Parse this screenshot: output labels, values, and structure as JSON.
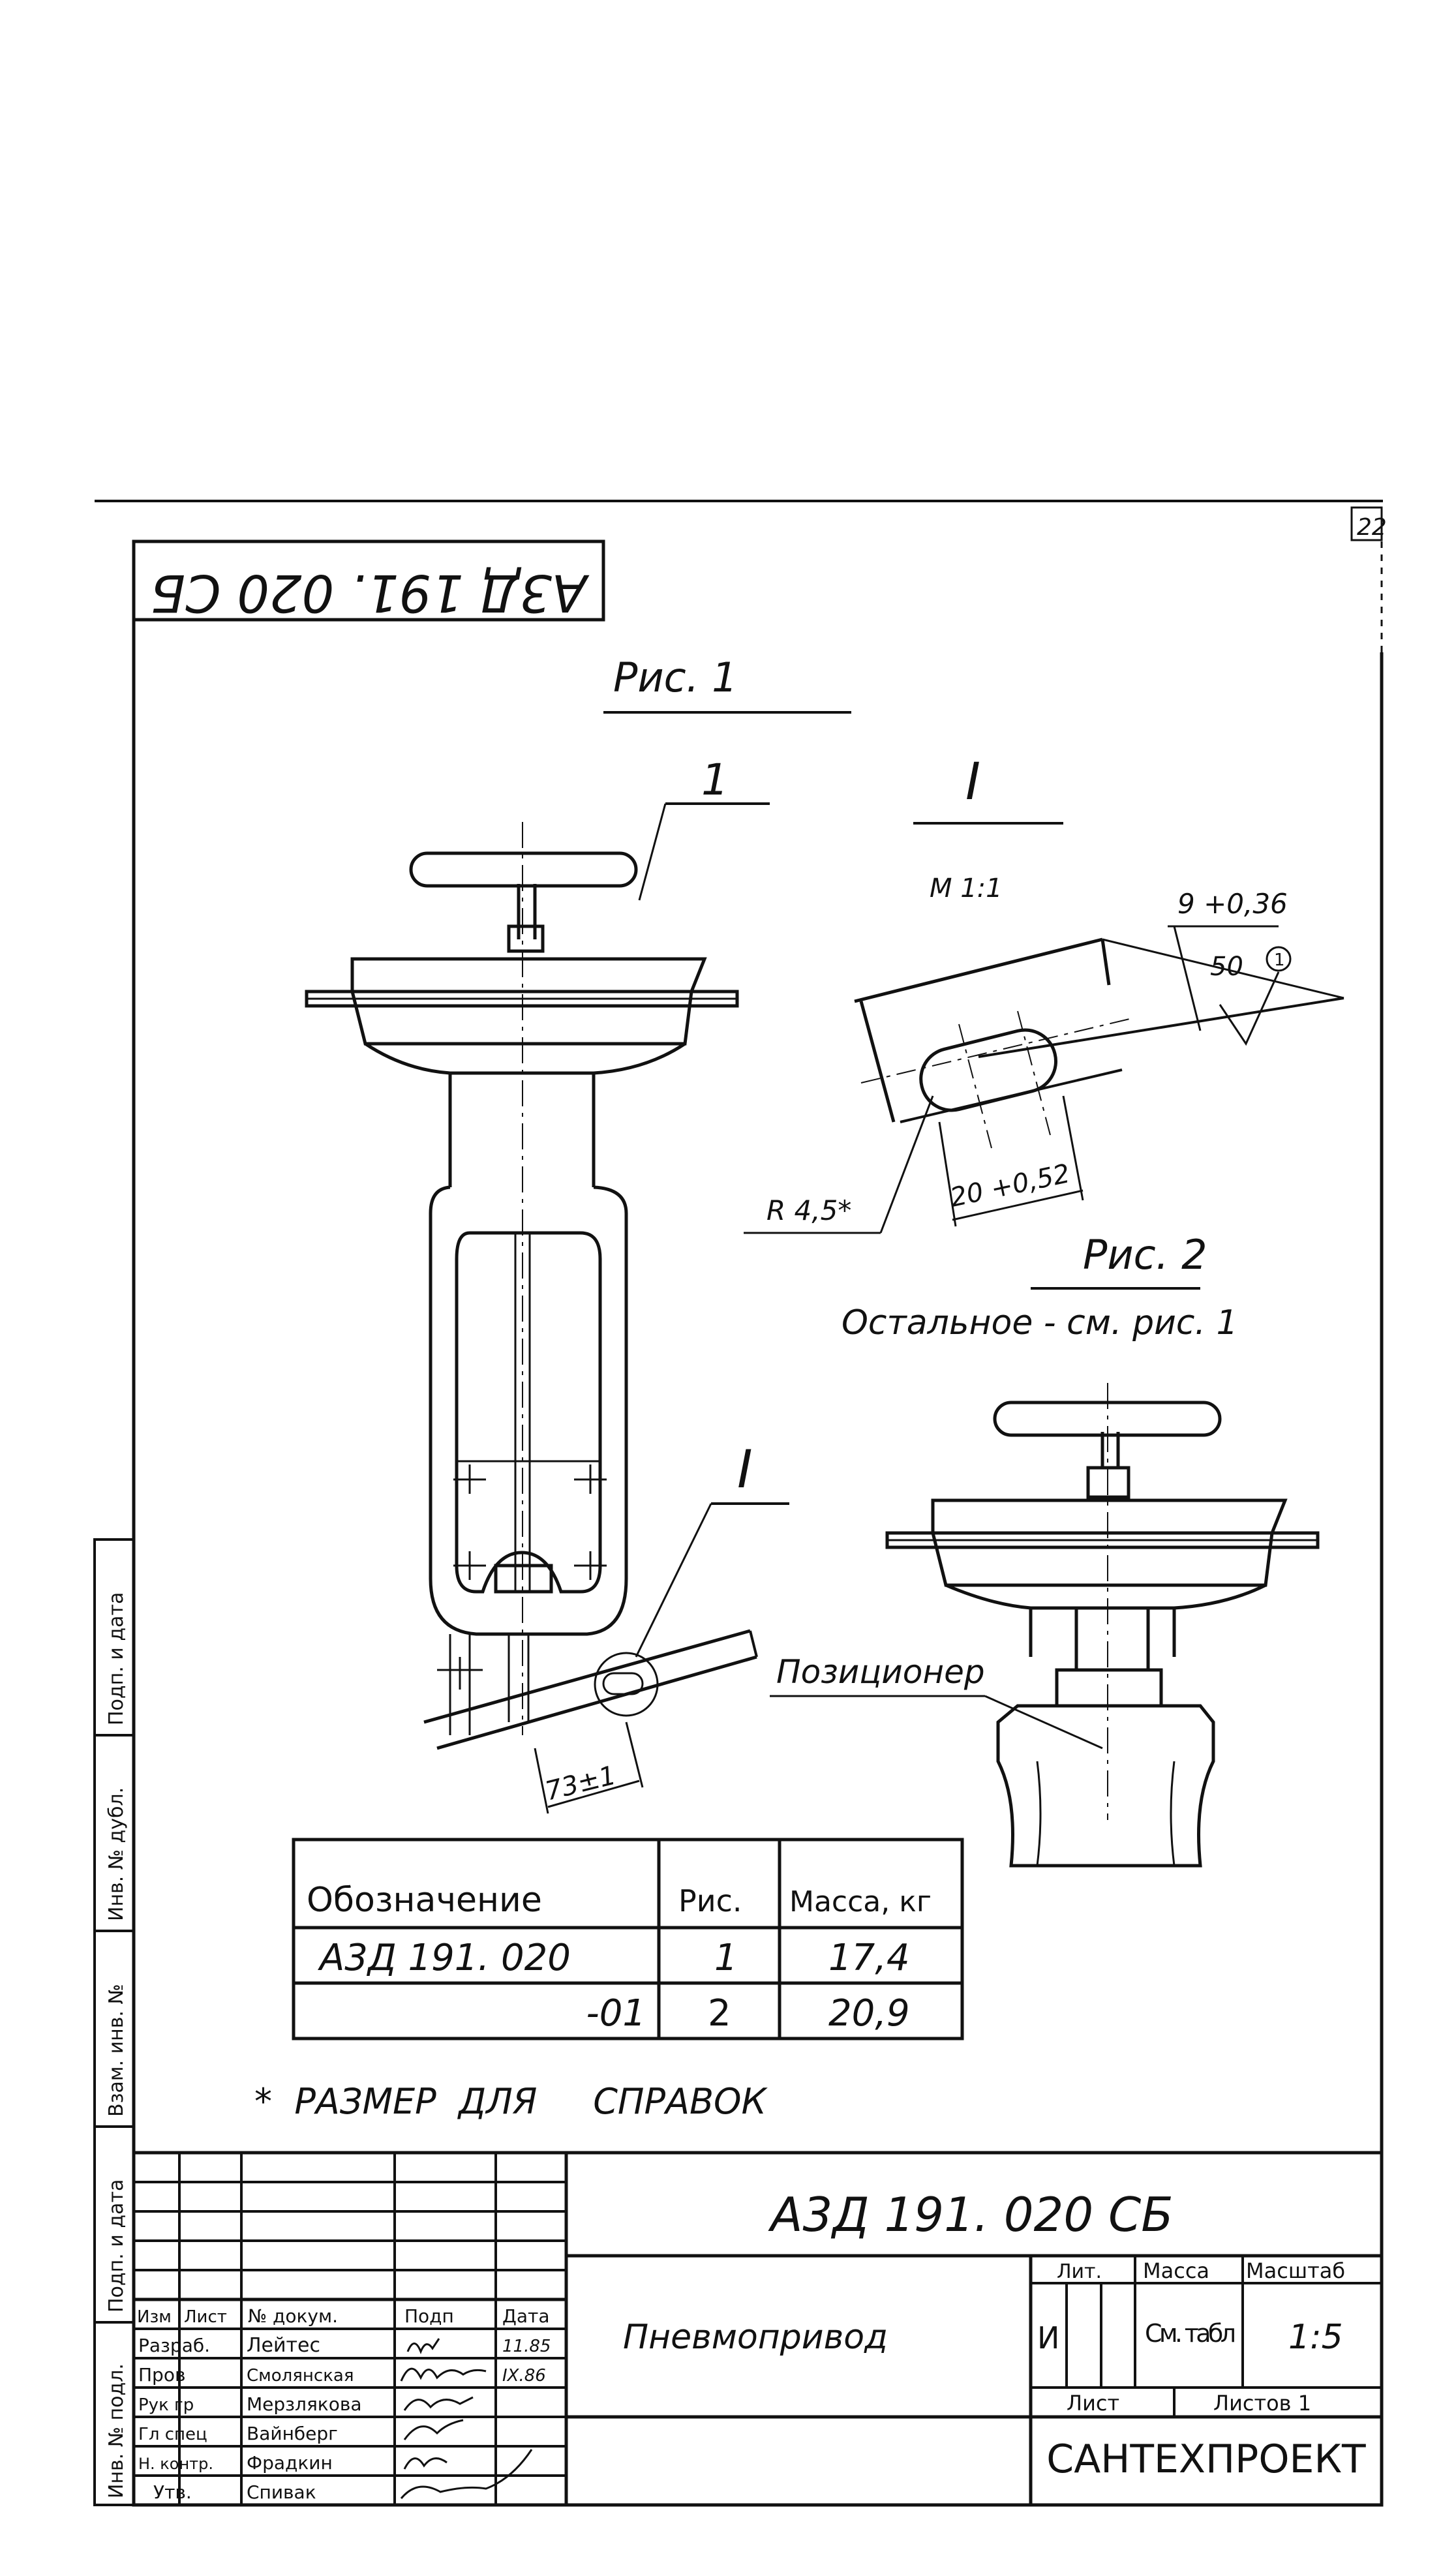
{
  "sheet_number": "22",
  "mirrored_code": "А3Д 191. 020 СБ",
  "figure1": {
    "title": "Рис. 1",
    "position_label": "1",
    "detail_label": "I",
    "detail_marker": "I",
    "dim_bottom": "73±1"
  },
  "detail": {
    "title": "I",
    "scale": "М 1:1",
    "dim_top": "9 +0,36",
    "roughness": "50",
    "roughness_mark": "1",
    "dim_slot": "20 +0,52",
    "radius": "R 4,5*"
  },
  "figure2": {
    "title": "Рис. 2",
    "note": "Остальное  - см. рис. 1",
    "positioner_label": "Позиционер"
  },
  "variants_table": {
    "headers": [
      "Обозначение",
      "Рис.",
      "Масса, кг"
    ],
    "rows": [
      [
        "А3Д 191. 020",
        "1",
        "17,4"
      ],
      [
        "-01",
        "2",
        "20,9"
      ]
    ]
  },
  "reference_note": "*  РАЗМЕР  ДЛЯ     СПРАВОК",
  "side_stamp": [
    "Инв. № подл.",
    "Подп. и дата",
    "Взам. инв. №",
    "Инв. № дубл.",
    "Подп. и дата"
  ],
  "title_block": {
    "designation": "А3Д 191. 020 СБ",
    "name": "Пневмопривод",
    "org": "САНТЕХПРОЕКТ",
    "lit_header": "Лит.",
    "lit_value": "И",
    "mass_header": "Масса",
    "mass_value": "См. табл",
    "scale_header": "Масштаб",
    "scale_value": "1:5",
    "sheet_label": "Лист",
    "sheets_label": "Листов 1",
    "col_headers": [
      "Изм",
      "Лист",
      "№ докум.",
      "Подп",
      "Дата"
    ],
    "roles": [
      {
        "role": "Разраб.",
        "name": "Лейтес",
        "date": "11.85"
      },
      {
        "role": "Пров",
        "name": "Смолянская",
        "date": "IX.86"
      },
      {
        "role": "Рук гр",
        "name": "Мерзлякова",
        "date": ""
      },
      {
        "role": "Гл спец",
        "name": "Вайнберг",
        "date": ""
      },
      {
        "role": "Н. контр.",
        "name": "Фрадкин",
        "date": ""
      },
      {
        "role": "Утв.",
        "name": "Спивак",
        "date": ""
      }
    ]
  }
}
